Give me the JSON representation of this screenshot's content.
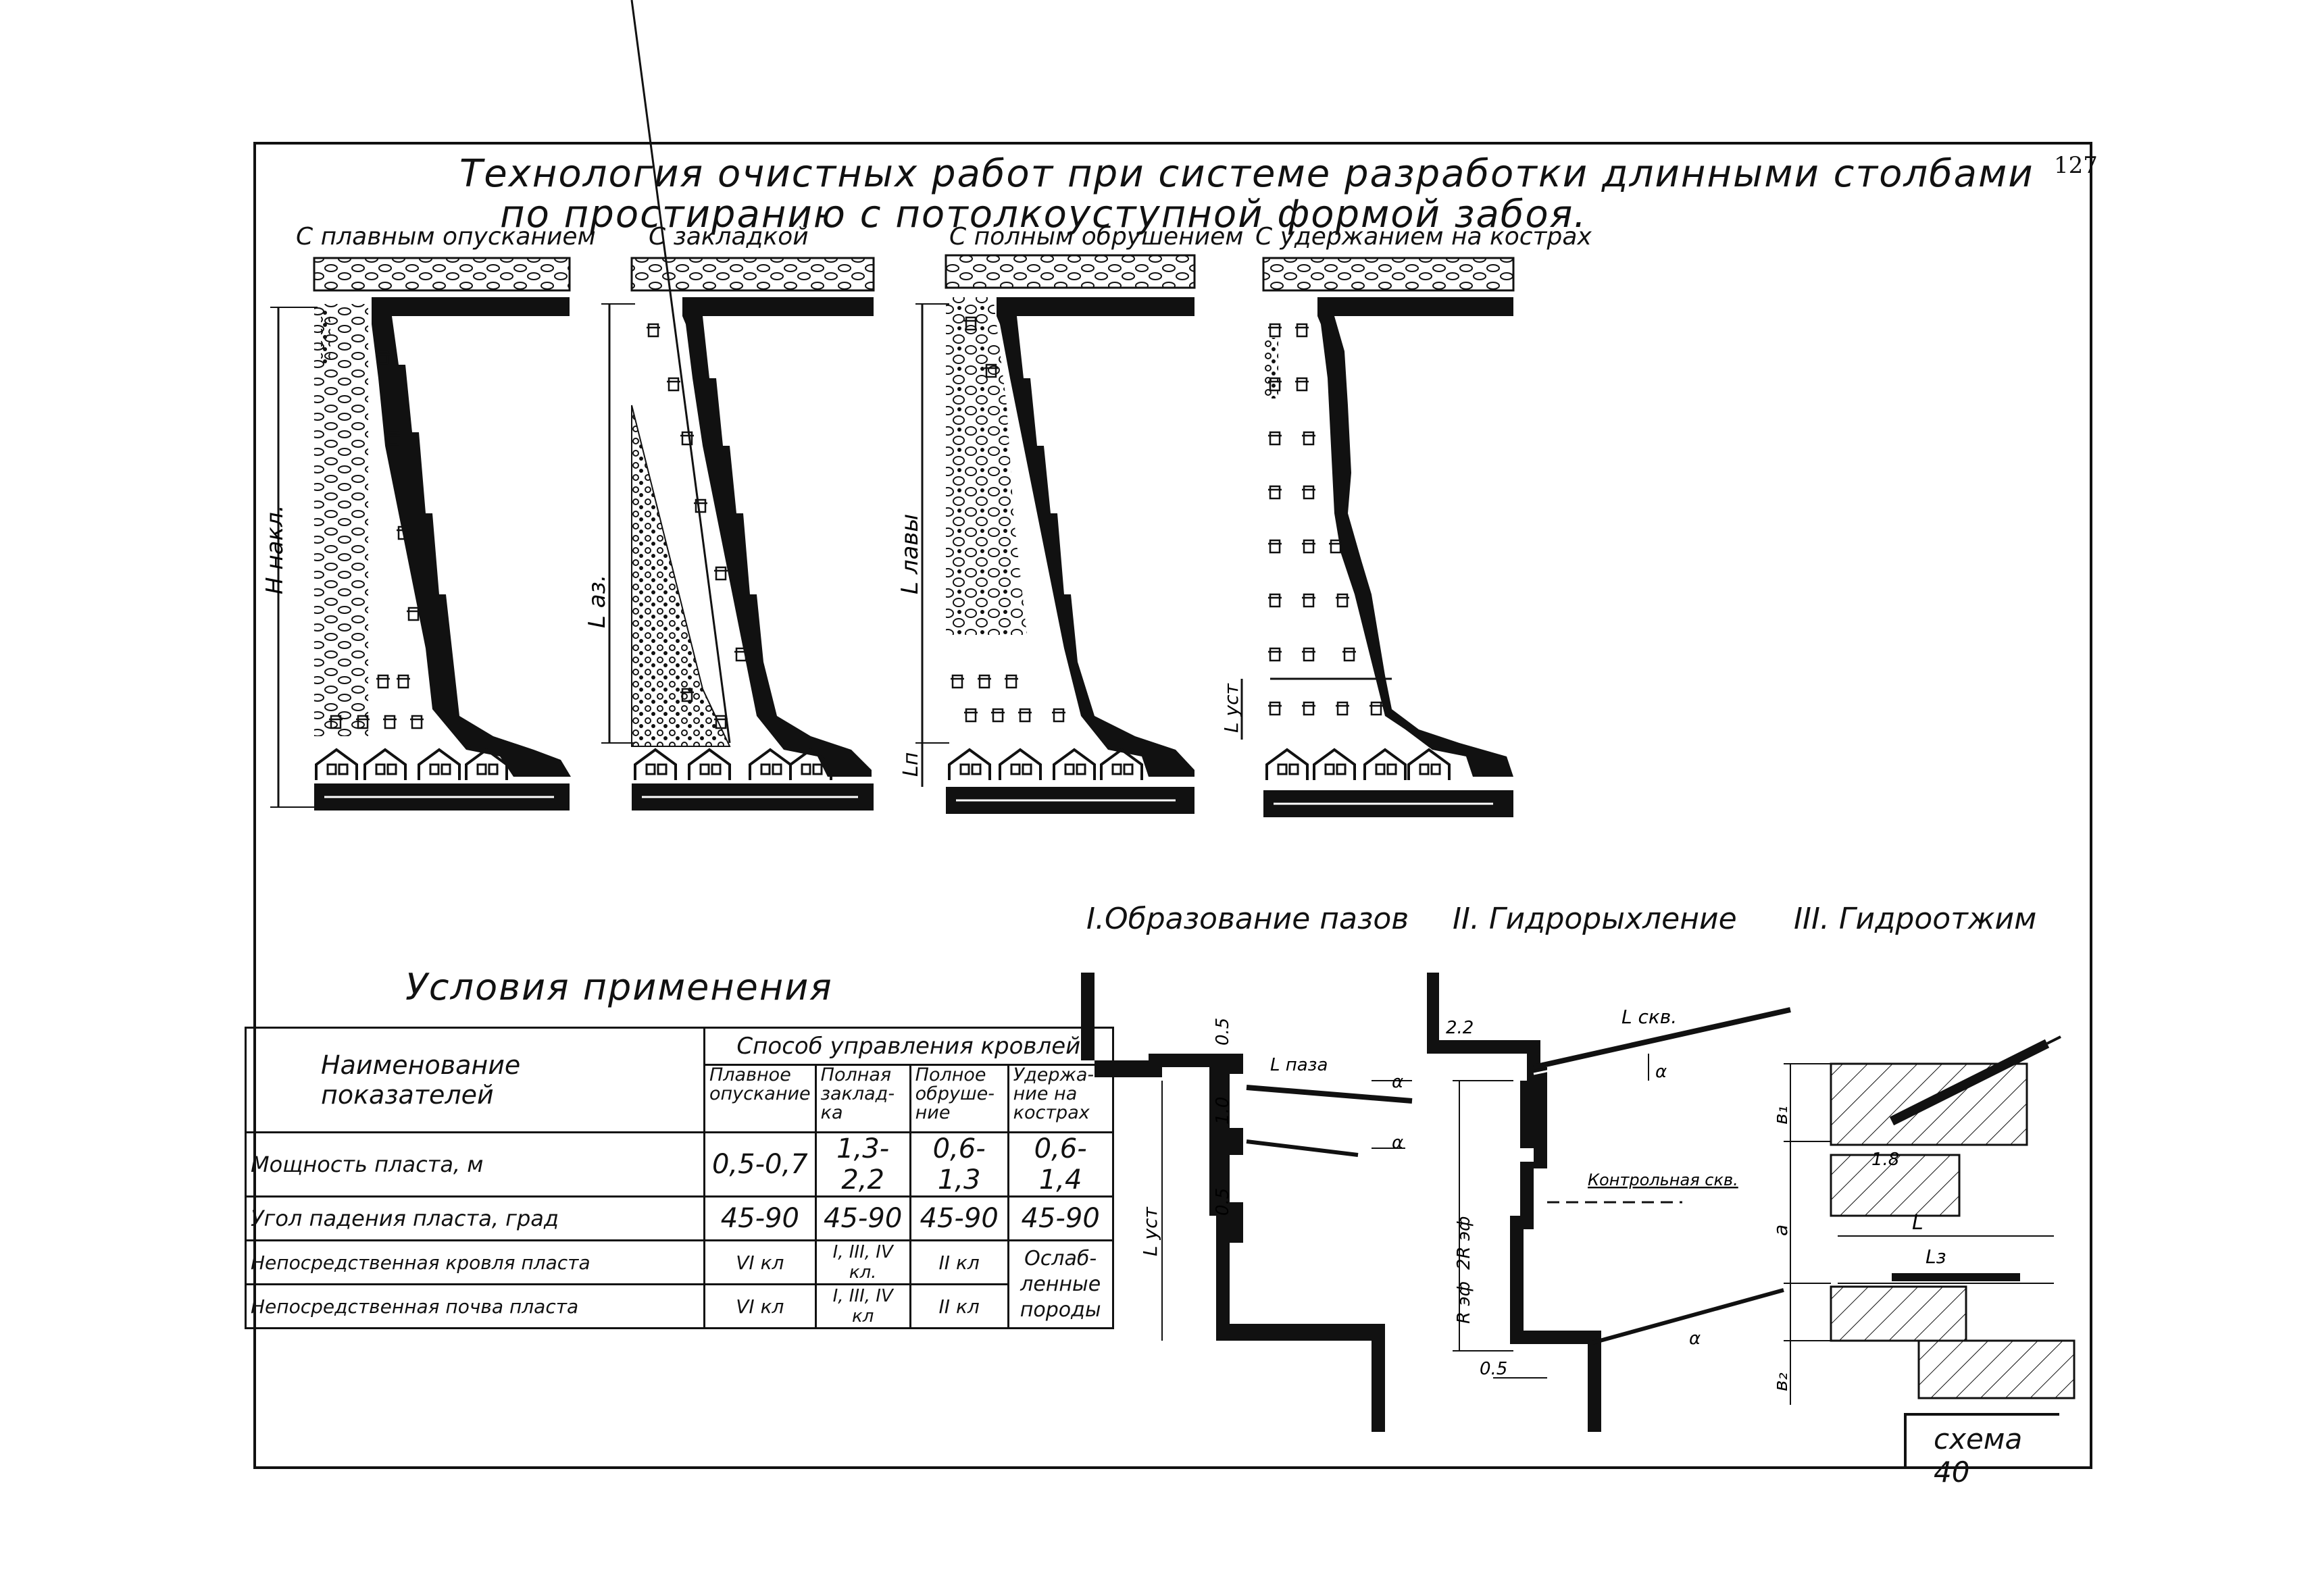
{
  "page_number": "127",
  "title": {
    "line1": "Технология очистных работ при системе разработки длинными столбами",
    "line2": "по простиранию с потолкоуступной формой забоя."
  },
  "methods": [
    {
      "caption": "С плавным опусканием",
      "dim_label": "H накл."
    },
    {
      "caption": "С закладкой",
      "dim_label": "L аз."
    },
    {
      "caption": "С полным обрушением",
      "dim_label": "L лавы",
      "dim_label2": "Lп"
    },
    {
      "caption": "С удержанием на кострах",
      "dim_label": "L уст"
    }
  ],
  "stages": [
    {
      "title": "I.Образование пазов",
      "labels": [
        "0.5",
        "1.0",
        "0.5",
        "L паза",
        "L уст",
        "α"
      ]
    },
    {
      "title": "II. Гидрорыхление",
      "labels": [
        "2.2",
        "L скв.",
        "Контрольная скв.",
        "2R эф",
        "R эф",
        "0.5",
        "α"
      ]
    },
    {
      "title": "III. Гидроотжим",
      "labels": [
        "1.8",
        "L",
        "Lз",
        "в₁",
        "а",
        "в₂"
      ]
    }
  ],
  "conditions": {
    "title": "Условия применения",
    "header_left": "Наименование показателей",
    "header_group": "Способ управления кровлей",
    "columns": [
      "Плавное опускание",
      "Полная заклад-ка",
      "Полное обруше-ние",
      "Удержа-ние на кострах"
    ],
    "rows": [
      {
        "label": "Мощность пласта, м",
        "values": [
          "0,5-0,7",
          "1,3-2,2",
          "0,6-1,3",
          "0,6-1,4"
        ]
      },
      {
        "label": "Угол падения пласта, град",
        "values": [
          "45-90",
          "45-90",
          "45-90",
          "45-90"
        ]
      },
      {
        "label": "Непосредственная кровля пласта",
        "values": [
          "VI кл",
          "I, III, IV кл.",
          "II кл",
          "Ослаб-ленные породы"
        ]
      },
      {
        "label": "Непосредственная почва пласта",
        "values": [
          "VI кл",
          "I, III, IV кл",
          "II кл"
        ]
      }
    ]
  },
  "scheme_label": "схема 40"
}
